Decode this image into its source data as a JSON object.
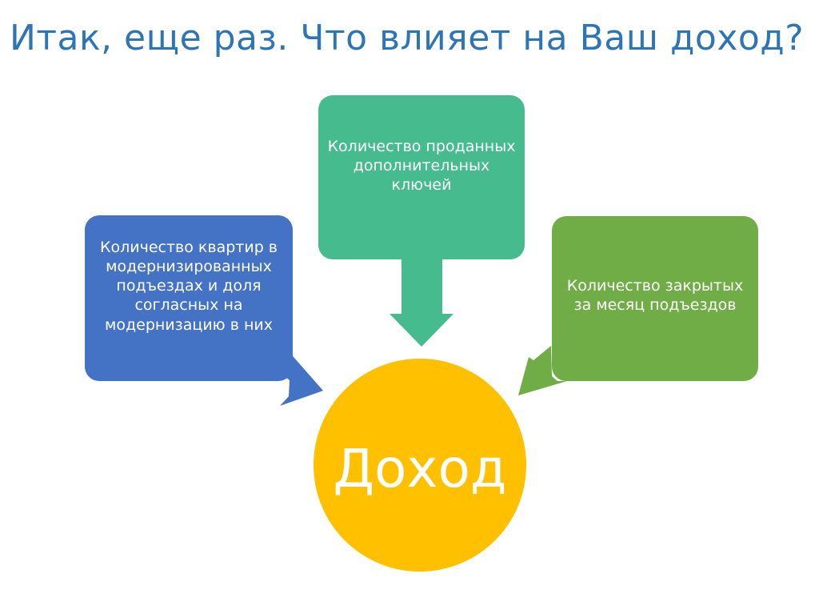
{
  "title": "Итак, еще раз. Что влияет на Ваш доход?",
  "nodes": {
    "left": {
      "text": "Количество квартир в модернизированных подъездах и доля согласных на модернизацию в них"
    },
    "center": {
      "text": "Количество проданных дополнительных ключей"
    },
    "right": {
      "text": "Количество закрытых за месяц подъездов"
    },
    "result": {
      "text": "Доход"
    }
  },
  "colors": {
    "title": "#2e75b6",
    "left": "#4472c4",
    "center": "#45bb8e",
    "right": "#70ad47",
    "result": "#ffc000"
  }
}
